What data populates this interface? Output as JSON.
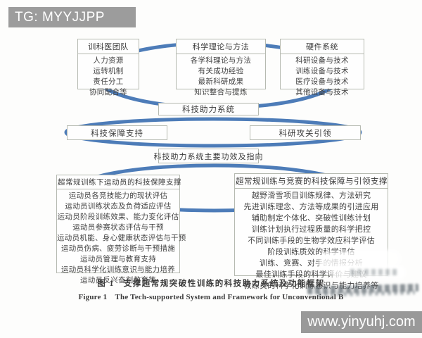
{
  "watermarks": {
    "top_left": "TG: MYYJJPP",
    "bottom_right": "www.yinyuhj.com"
  },
  "diagram": {
    "colors": {
      "arc_blue": "#4d7cb8",
      "box_border": "#b6bab1"
    },
    "top_boxes": [
      {
        "title": "训科医团队",
        "items": [
          "人力资源",
          "运转机制",
          "责任分工",
          "协同配合等"
        ]
      },
      {
        "title": "科学理论与方法",
        "items": [
          "各学科理论与方法",
          "有关成功经验",
          "最新科研成果",
          "知识整合与提炼"
        ]
      },
      {
        "title": "硬件系统",
        "items": [
          "科研设备与技术",
          "训练设备与技术",
          "医疗设备与技术",
          "其他设备与技术"
        ]
      }
    ],
    "center_box": "科技助力系统",
    "left_mid_box": "科技保障支持",
    "right_mid_box": "科研攻关引领",
    "function_box": "科技助力系统主要功效及指向",
    "bottom_boxes": [
      {
        "title": "超常规训练下运动员的科技保障支撑",
        "items": [
          "运动员各竞技能力的现状评估",
          "运动员训练状态及负荷适应评估",
          "运动员阶段训练效果、能力变化评估",
          "运动员参赛状态评估与干预",
          "运动员机能、身心健康状态评估与干预",
          "运动员伤病、疲劳诊断与干预措施",
          "运动员管理与教育支持",
          "运动员科学化训练意识与能力培养",
          "运动员反兴奋剂教育等"
        ]
      },
      {
        "title": "超常规训练与竞赛的科技保障与引领支撑",
        "items": [
          "越野滑雪项目训练规律、方法研究",
          "先进训练理念、方法等成果的引进应用",
          "辅助制定个体化、突破性训练计划",
          "训练计划执行过程质量的科学把控",
          "不同训练手段的生物学效应科学评估",
          "阶段训练质效的科学评估",
          "训练、竞赛、对手的情报分析",
          "最佳训练手段的科学评价与建议",
          "教练员的科学化训练意识与能力培养等"
        ]
      }
    ]
  },
  "caption": {
    "zh": "图 1　支撑超常规突破性训练的科技助力系统及功能框架",
    "en": "Figure 1　The Tech-supported System and Framework for Unconventional B"
  }
}
